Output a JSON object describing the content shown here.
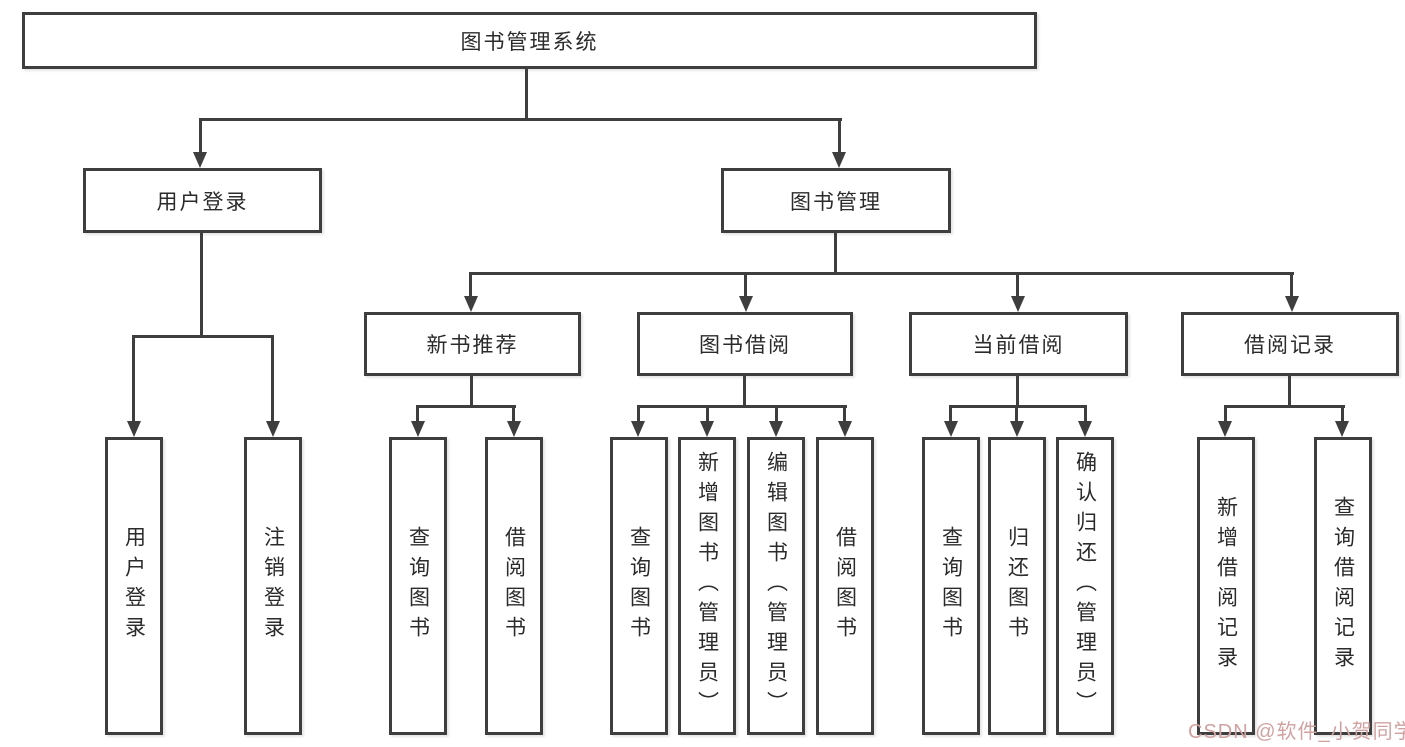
{
  "tree": {
    "root": {
      "label": "图书管理系统"
    },
    "branches": [
      {
        "label": "用户登录",
        "children": [
          {
            "label": "用户登录"
          },
          {
            "label": "注销登录"
          }
        ]
      },
      {
        "label": "图书管理",
        "children": [
          {
            "label": "新书推荐",
            "children": [
              {
                "label": "查询图书"
              },
              {
                "label": "借阅图书"
              }
            ]
          },
          {
            "label": "图书借阅",
            "children": [
              {
                "label": "查询图书"
              },
              {
                "label": "新增图书（管理员）"
              },
              {
                "label": "编辑图书（管理员）"
              },
              {
                "label": "借阅图书"
              }
            ]
          },
          {
            "label": "当前借阅",
            "children": [
              {
                "label": "查询图书"
              },
              {
                "label": "归还图书"
              },
              {
                "label": "确认归还（管理员）"
              }
            ]
          },
          {
            "label": "借阅记录",
            "children": [
              {
                "label": "新增借阅记录"
              },
              {
                "label": "查询借阅记录"
              }
            ]
          }
        ]
      }
    ]
  },
  "watermark": {
    "text": "CSDN @软件_小贺同学",
    "color": "#d0a2a2"
  },
  "colors": {
    "line": "#3e3e3e",
    "box_border": "#3e3e3e",
    "text": "#2b2b2b",
    "background": "#ffffff"
  }
}
